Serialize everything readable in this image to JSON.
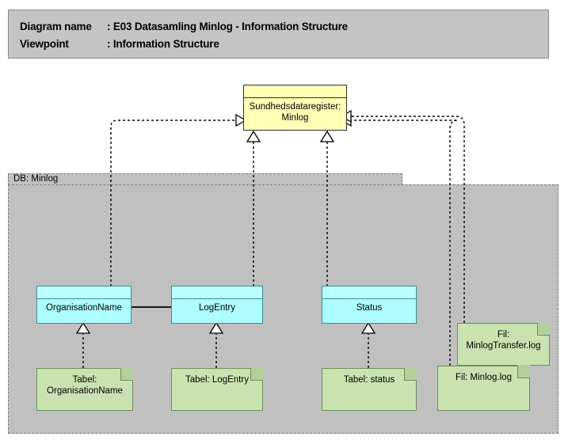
{
  "header": {
    "line1_key": "Diagram name",
    "line1_value": ": E03 Datasamling Minlog - Information Structure",
    "line2_key": "Viewpoint",
    "line2_value": ": Information Structure"
  },
  "group": {
    "label": "DB: Minlog",
    "fill": "#c0c0c0",
    "border": "#7d7d7d"
  },
  "nodes": {
    "business_object": {
      "label": "Sundhedsdataregister: Minlog",
      "fill": "#ffffb5"
    },
    "data_objects": [
      {
        "label": "OrganisationName",
        "fill": "#aefeff"
      },
      {
        "label": "LogEntry",
        "fill": "#aefeff"
      },
      {
        "label": "Status",
        "fill": "#aefeff"
      }
    ],
    "artifacts": [
      {
        "label": "Tabel: OrganisationName",
        "fill": "#c9e3b0"
      },
      {
        "label": "Tabel: LogEntry",
        "fill": "#c9e3b0"
      },
      {
        "label": "Tabel: status",
        "fill": "#c9e3b0"
      },
      {
        "label": "Fil: MinlogTransfer.log",
        "fill": "#c9e3b0"
      },
      {
        "label": "Fil: Minlog.log",
        "fill": "#c9e3b0"
      }
    ]
  },
  "connections": {
    "association_label": "OrganisationName - LogEntry association",
    "realization_count": 7
  },
  "colors": {
    "canvas": "#ffffff",
    "title_bar": "#c4c4c4",
    "line": "#000000"
  }
}
